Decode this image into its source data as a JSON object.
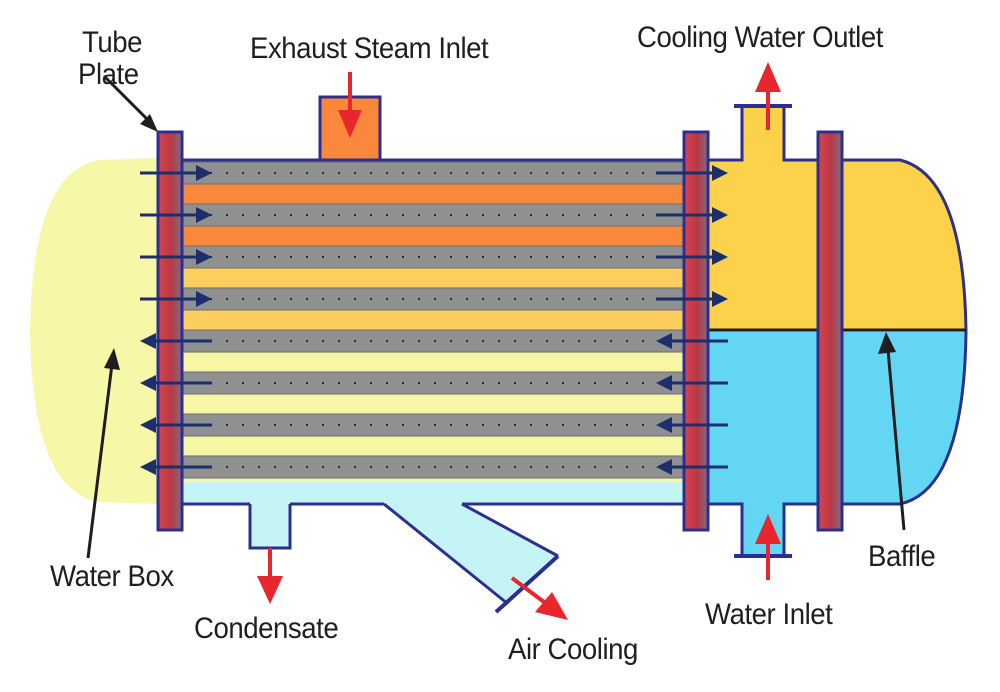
{
  "labels": {
    "tube_plate_line1": "Tube",
    "tube_plate_line2": "Plate",
    "exhaust_steam_inlet": "Exhaust Steam Inlet",
    "cooling_water_outlet": "Cooling Water Outlet",
    "water_box": "Water Box",
    "condensate": "Condensate",
    "air_cooling": "Air Cooling",
    "water_inlet": "Water Inlet",
    "baffle": "Baffle"
  },
  "colors": {
    "left_water_box": "#f7f7a8",
    "right_top_hot_water": "#fcd24a",
    "right_bottom_cold_water": "#62d6f2",
    "steam": "#f9883c",
    "hot_fill": "#fbce5e",
    "cool_fill": "#f7f6a4",
    "tube": "#8f9090",
    "condensate_fill": "#c4f4f5",
    "tube_plate": "#c53d48",
    "outline": "#2c2f8f",
    "water_flow_arrow": "#1c2f6b",
    "inlet_outlet_arrow": "#e8262d",
    "pointer": "#1e1e1e"
  },
  "tubes": {
    "count": 8,
    "flow_directions": [
      "right",
      "right",
      "right",
      "right",
      "left",
      "left",
      "left",
      "left"
    ]
  }
}
